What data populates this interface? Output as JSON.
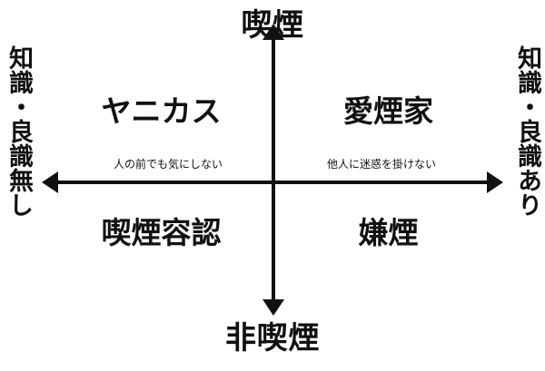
{
  "diagram": {
    "type": "2x2-matrix",
    "axes": {
      "vertical": {
        "top_label": "喫煙",
        "bottom_label": "非喫煙"
      },
      "horizontal": {
        "left_label": "知識・良識無し",
        "right_label": "知識・良識あり"
      }
    },
    "quadrants": [
      {
        "position": "top-left",
        "label": "ヤニカス"
      },
      {
        "position": "top-right",
        "label": "愛煙家"
      },
      {
        "position": "bottom-left",
        "label": "喫煙容認"
      },
      {
        "position": "bottom-right",
        "label": "嫌煙"
      }
    ],
    "notes": [
      {
        "position": "left-of-center",
        "text": "人の前でも気にしない"
      },
      {
        "position": "right-of-center",
        "text": "他人に迷惑を掛けない"
      }
    ],
    "colors": {
      "background": "#ffffff",
      "ink": "#111111"
    }
  }
}
